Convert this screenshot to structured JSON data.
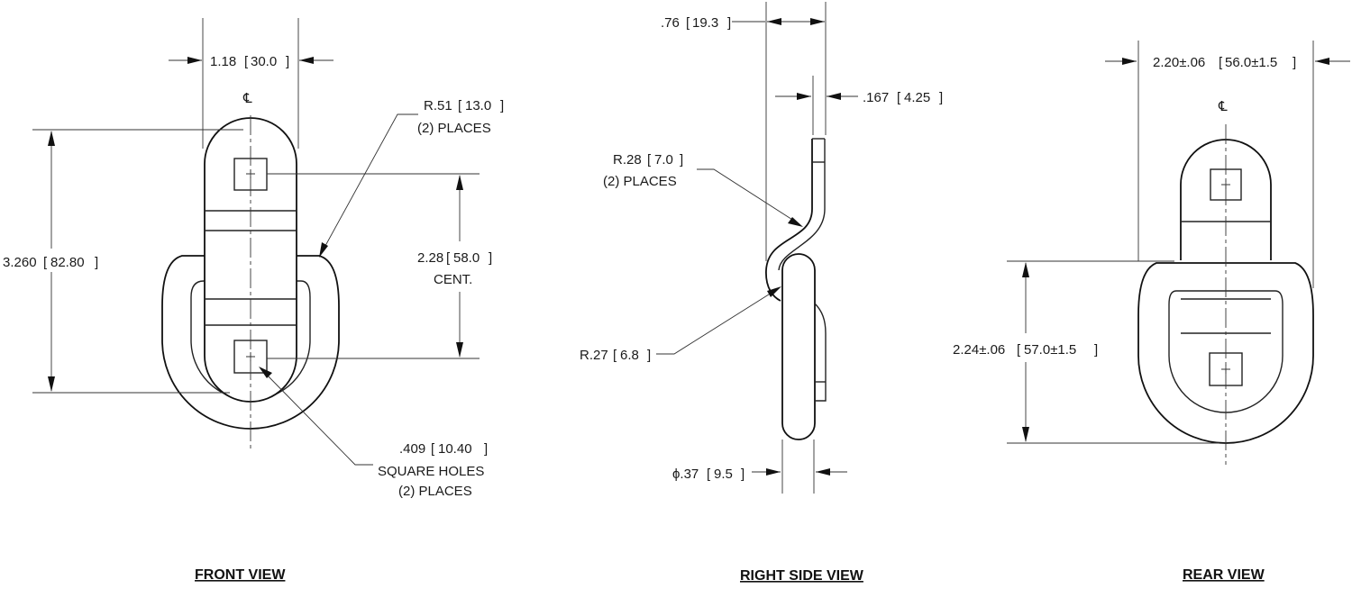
{
  "front_view": {
    "title": "FRONT VIEW",
    "centerline_mark": "℄",
    "dim_width": "1.18",
    "dim_width_mm": "30.0",
    "dim_radius": "R.51",
    "dim_radius_mm": "13.0",
    "dim_radius_places": "(2) PLACES",
    "dim_height": "3.260",
    "dim_height_mm": "82.80",
    "dim_centers": "2.28",
    "dim_centers_mm": "58.0",
    "dim_centers_note": "CENT.",
    "dim_holes": ".409",
    "dim_holes_mm": "10.40",
    "dim_holes_note": "SQUARE HOLES",
    "dim_holes_places": "(2) PLACES"
  },
  "side_view": {
    "title": "RIGHT SIDE VIEW",
    "dim_offset": ".76",
    "dim_offset_mm": "19.3",
    "dim_thickness": ".167",
    "dim_thickness_mm": "4.25",
    "dim_bend_radius": "R.28",
    "dim_bend_radius_mm": "7.0",
    "dim_bend_places": "(2) PLACES",
    "dim_ring_radius": "R.27",
    "dim_ring_radius_mm": "6.8",
    "dim_diameter": "ϕ.37",
    "dim_diameter_mm": "9.5"
  },
  "rear_view": {
    "title": "REAR VIEW",
    "centerline_mark": "℄",
    "dim_width": "2.20±.06",
    "dim_width_mm": "56.0±1.5",
    "dim_ring_height": "2.24±.06",
    "dim_ring_height_mm": "57.0±1.5"
  }
}
